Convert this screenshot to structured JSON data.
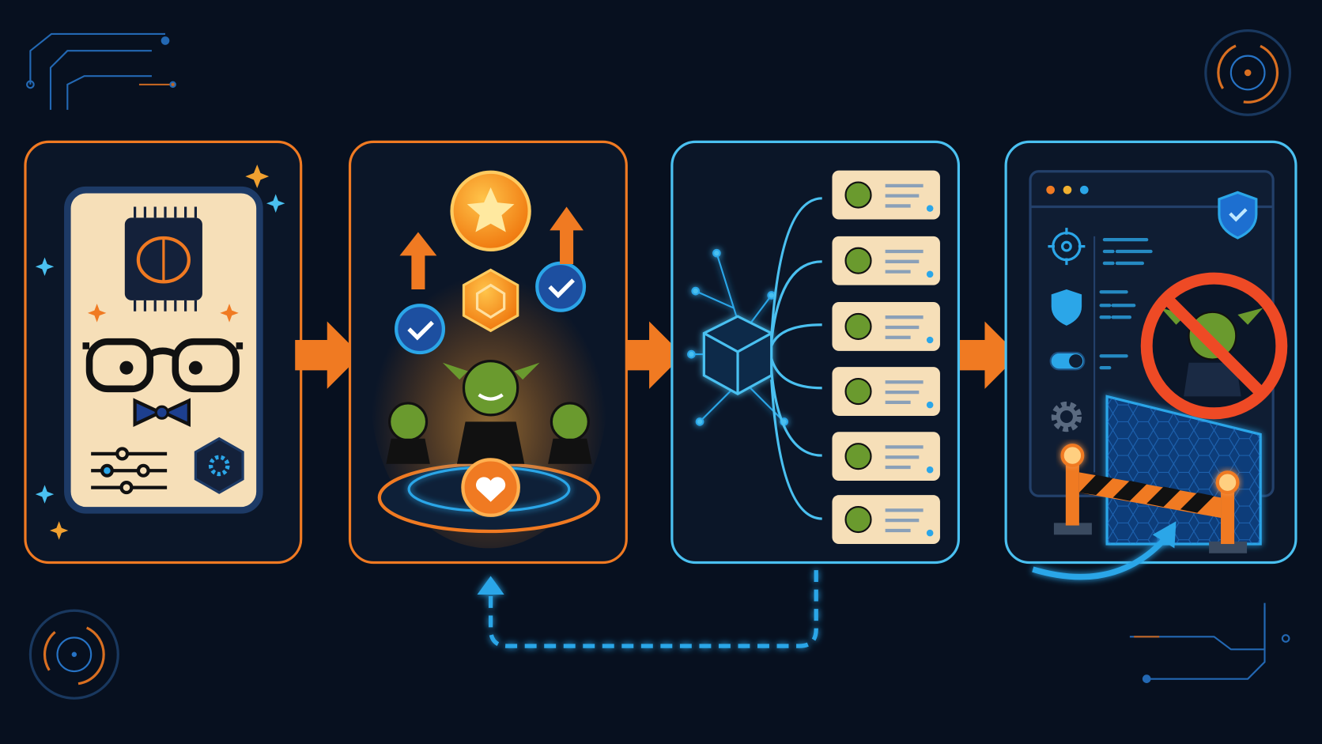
{
  "colors": {
    "background": "#07101f",
    "orange_accent": "#f07a22",
    "blue_accent": "#2ba6e8",
    "card_cream": "#f6dfb8",
    "goblin_green": "#6a9a2e",
    "prohibit_red": "#ee4a25",
    "panel_fill": "#0b1a2e"
  },
  "flow": {
    "steps": [
      {
        "id": "persona-card",
        "icons": [
          "brain-chip-icon",
          "glasses-face-icon",
          "bow-tie-icon",
          "sliders-icon",
          "gear-hexagon-icon",
          "sparkle-icon"
        ]
      },
      {
        "id": "reward-goblins",
        "icons": [
          "star-coin-icon",
          "hexagon-coin-icon",
          "check-badge-icon",
          "up-arrow-icon",
          "goblin-icon",
          "heart-coin-icon",
          "pedestal-icon"
        ]
      },
      {
        "id": "ai-generation",
        "icons": [
          "network-cube-icon",
          "goblin-message-icon"
        ]
      },
      {
        "id": "safety-block",
        "icons": [
          "browser-window-icon",
          "shield-check-icon",
          "target-icon",
          "toggle-icon",
          "gear-icon",
          "prohibited-goblin-icon",
          "barrier-icon",
          "force-field-icon"
        ]
      }
    ],
    "connectors": [
      "arrow-right-icon",
      "arrow-right-icon",
      "arrow-right-icon",
      "dashed-feedback-arrow-icon"
    ],
    "message_count": 6
  }
}
